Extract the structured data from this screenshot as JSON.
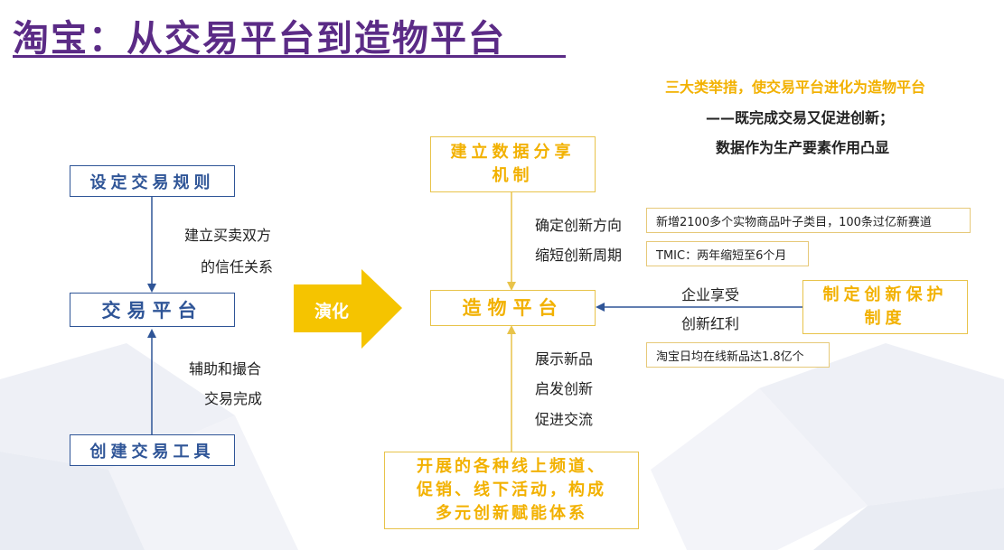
{
  "title": "淘宝：从交易平台到造物平台",
  "notes": [
    "三大类举措，使交易平台进化为造物平台",
    "——既完成交易又促进创新；",
    "数据作为生产要素作用凸显"
  ],
  "left_flow": {
    "top_box": "设定交易规则",
    "center_box": "交易平台",
    "bottom_box": "创建交易工具",
    "top_label_1": "建立买卖双方",
    "top_label_2": "的信任关系",
    "bottom_label_1": "辅助和撮合",
    "bottom_label_2": "交易完成"
  },
  "transform_arrow_label": "演化",
  "right_flow": {
    "top_box_1": "建立数据分享",
    "top_box_2": "机制",
    "center_box": "造物平台",
    "right_box_1": "制定创新保护",
    "right_box_2": "制度",
    "bottom_box_1": "开展的各种线上频道、",
    "bottom_box_2": "促销、线下活动，构成",
    "bottom_box_3": "多元创新赋能体系",
    "top_labels": [
      "确定创新方向",
      "缩短创新周期"
    ],
    "top_details": [
      "新增2100多个实物商品叶子类目，100条过亿新赛道",
      "TMIC：两年缩短至6个月"
    ],
    "right_labels": [
      "企业享受",
      "创新红利"
    ],
    "bottom_labels": [
      "展示新品",
      "启发创新",
      "促进交流"
    ],
    "bottom_detail": "淘宝日均在线新品达1.8亿个"
  },
  "colors": {
    "title": "#5b2b86",
    "blue": "#2f5597",
    "gold": "#f2b100",
    "gold_border": "#e8c34a"
  }
}
